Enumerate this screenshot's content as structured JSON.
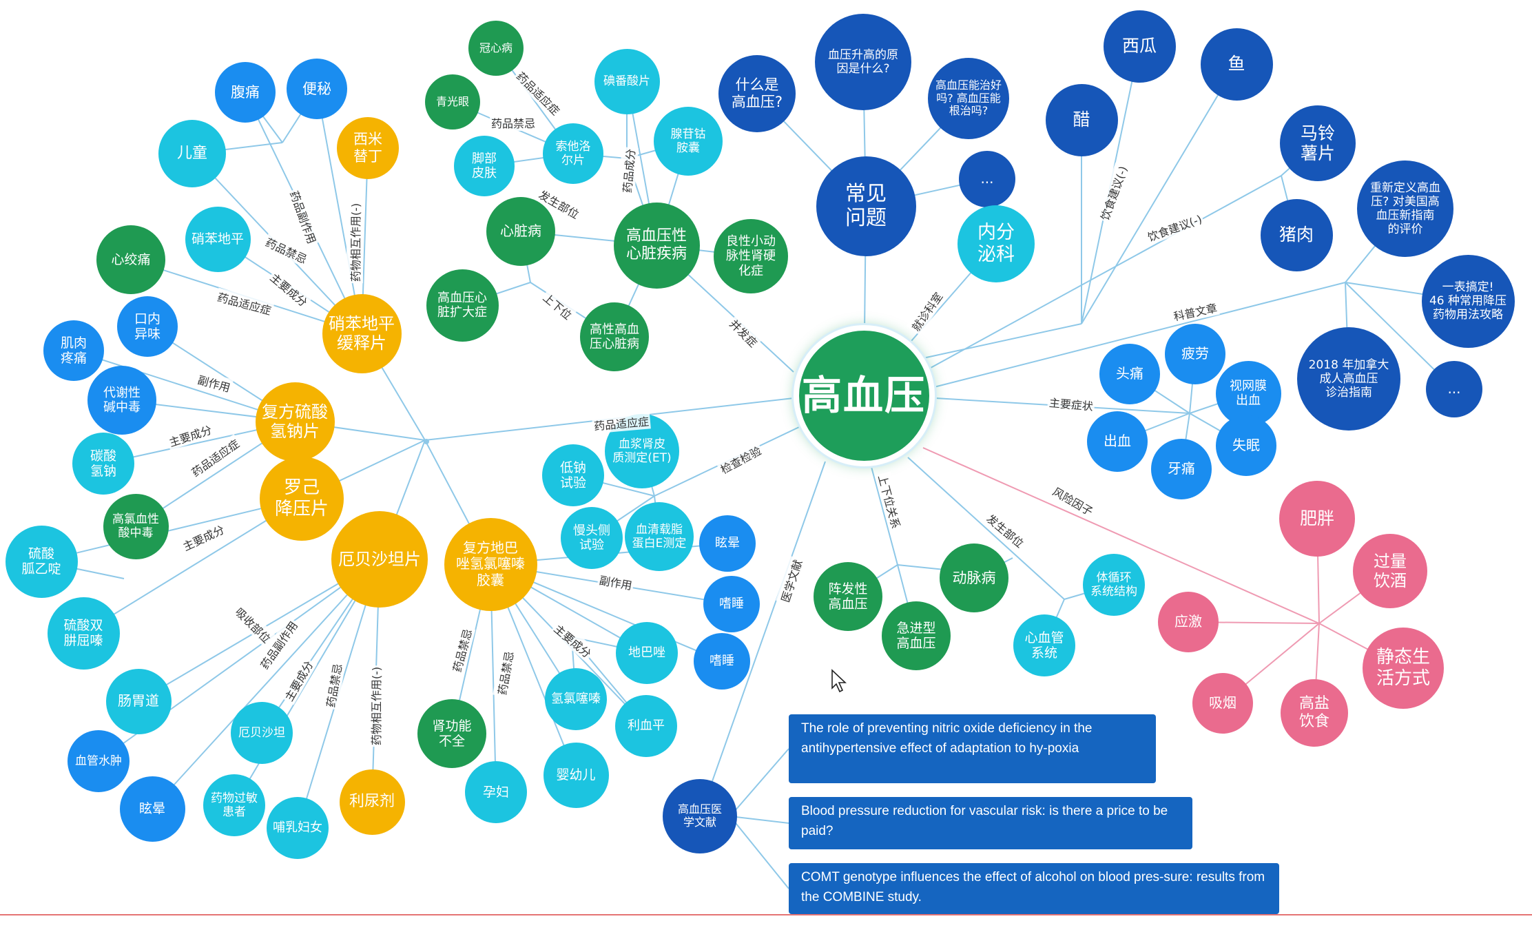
{
  "colors": {
    "center": "#1e9e5a",
    "dark_green": "#1f9a52",
    "orange": "#f5b301",
    "cyan": "#1cc4e0",
    "blue": "#1a8df0",
    "navy": "#1656b8",
    "pink": "#ea6b8e",
    "paper": "#1565c0",
    "line": "#8ec8e8",
    "pink_line": "#ef9ab2"
  },
  "nodes": {
    "center": "高血压",
    "faq": "常见\n问题",
    "faq_q1": "什么是\n高血压?",
    "faq_q2": "血压升高的原\n因是什么?",
    "faq_q3": "高血压能治好\n吗? 高血压能\n根治吗?",
    "faq_more": "...",
    "endo": "内分\n泌科",
    "watermelon": "西瓜",
    "fish": "鱼",
    "vinegar": "醋",
    "potato": "马铃\n薯片",
    "pork": "猪肉",
    "art1": "重新定义高血\n压? 对美国高\n血压新指南\n的评价",
    "art2": "一表搞定!\n46 种常用降压\n药物用法攻略",
    "art3": "2018 年加拿大\n成人高血压\n诊治指南",
    "art_more": "...",
    "sym_headache": "头痛",
    "sym_fatigue": "疲劳",
    "sym_retina": "视网膜\n出血",
    "sym_bleeding": "出血",
    "sym_insomnia": "失眠",
    "sym_tinnitus": "牙痛",
    "risk_obesity": "肥胖",
    "risk_alcohol": "过量\n饮酒",
    "risk_stress": "应激",
    "risk_sedentary": "静态生\n活方式",
    "risk_smoking": "吸烟",
    "risk_salt": "高盐\n饮食",
    "site_circ": "体循环\n系统结构",
    "site_cardio": "心血管\n系统",
    "site_arterio": "动脉病",
    "sub_paroxysmal": "阵发性\n高血压",
    "sub_progressive": "急进型\n高血压",
    "lit": "高血压医\n学文献",
    "hhd": "高血压性\n心脏疾病",
    "hhd_cad": "冠心病",
    "hhd_ortho": "索他洛\n尔片",
    "hhd_glaucoma": "青光眼",
    "hhd_foot": "脚部\n皮肤",
    "hhd_drug2": "碘番酸片",
    "hhd_drug3": "腺苷钴\n胺囊",
    "hhd_heart": "心脏病",
    "hhd_enlarge": "高血压心\n脏扩大症",
    "hhd_hhd2": "高性高血\n压心脏病",
    "hhd_benign": "良性小动\n脉性肾硬\n化症",
    "test_renin": "血浆肾皮\n质测定(ET)",
    "test_lowna": "低钠\n试验",
    "test_tilt": "慢头侧\n试验",
    "test_lipid": "血清载脂\n蛋白E测定",
    "drugs_hub": "",
    "drug_nif": "硝苯地平\n缓释片",
    "drug_comp": "复方硫酸\n氢钠片",
    "drug_luoji": "罗己\n降压片",
    "drug_irb": "厄贝沙坦片",
    "drug_fudi": "复方地巴\n唑氢氯噻嗪\n胶囊",
    "nif_abd": "腹痛",
    "nif_const": "便秘",
    "nif_child": "儿童",
    "nif_cim": "西米\n替丁",
    "nif_nif": "硝苯地平",
    "nif_angina": "心绞痛",
    "comp_mouth": "口内\n异味",
    "comp_muscle": "肌肉\n疼痛",
    "comp_metab": "代谢性\n碱中毒",
    "comp_nahco3": "碳酸\n氢钠",
    "comp_hyperk": "高氯血性\n酸中毒",
    "luoji_sulf": "硫酸\n胍乙啶",
    "luoji_dihydral": "硫酸双\n肼屈嗪",
    "irb_gi": "肠胃道",
    "irb_irb": "厄贝沙坦",
    "irb_angio": "血管水肿",
    "irb_dizzy": "眩晕",
    "irb_allergy": "药物过敏\n患者",
    "irb_lact": "哺乳妇女",
    "irb_diuretic": "利尿剂",
    "fudi_dizzy": "眩晕",
    "fudi_thirst": "嗜睡",
    "fudi_nausea": "嗜睡",
    "fudi_dibazol": "地巴唑",
    "fudi_hctz": "氢氯噻嗪",
    "fudi_reserp": "利血平",
    "fudi_renal": "肾功能\n不全",
    "fudi_preg": "孕妇",
    "fudi_infant": "婴幼儿"
  },
  "edge_labels": {
    "e_faq": "就诊科室",
    "e_diet": "饮食建议(-)",
    "e_diet2": "饮食建议(-)",
    "e_articles": "科普文章",
    "e_symptoms": "主要症状",
    "e_risk": "风险因子",
    "e_site": "发生部位",
    "e_subtype": "上下位关系",
    "e_lit": "医学文献",
    "e_tests": "检查检验",
    "e_drugs": "药品适应症",
    "e_hhd": "并发症",
    "e_hhd_up": "上下位",
    "e_hhd_site": "发生部位",
    "e_hhd_cad": "药品适应症",
    "e_hhd_forbid": "药品禁忌",
    "e_hhd_comp": "药品成分",
    "e_nif_side": "药品副作用",
    "e_nif_inter": "药物相互作用(-)",
    "e_nif_forbid": "药品禁忌",
    "e_nif_comp": "主要成分",
    "e_nif_ind": "药品适应症",
    "e_comp_side": "副作用",
    "e_comp_comp": "主要成分",
    "e_comp_ind": "药品适应症",
    "e_luoji_comp": "主要成分",
    "e_irb_absorb": "吸收部位",
    "e_irb_side": "药品副作用",
    "e_irb_comp": "主要成分",
    "e_irb_forbid": "药品禁忌",
    "e_irb_inter": "药物相互作用(-)",
    "e_fudi_side": "副作用",
    "e_fudi_comp": "主要成分",
    "e_fudi_forbid1": "药品禁忌",
    "e_fudi_forbid2": "药品禁忌"
  },
  "papers": [
    "The role of preventing nitric oxide deficiency in the antihypertensive effect of adaptation to hy-poxia",
    "Blood pressure reduction for vascular risk: is there a price to be paid?",
    "COMT genotype influences the effect of alcohol on blood pres-sure: results from the COMBINE study."
  ],
  "cursor_icon": "mouse-pointer-icon"
}
